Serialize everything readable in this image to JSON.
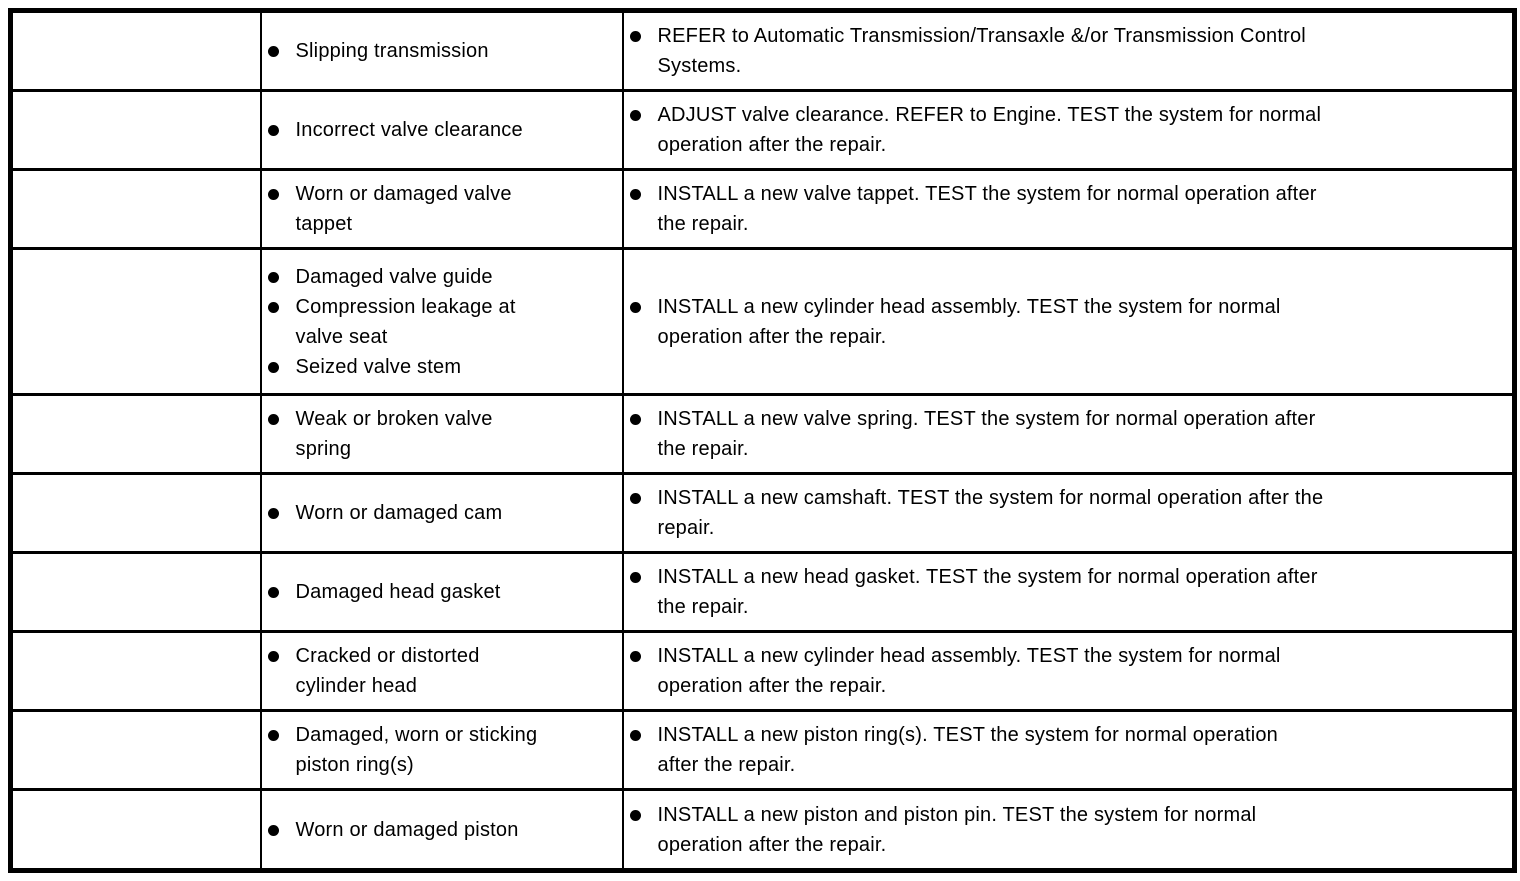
{
  "colors": {
    "border": "#000000",
    "text": "#000000",
    "background": "#ffffff"
  },
  "bullet_icon": "filled-circle",
  "table": {
    "rows": [
      {
        "condition": "",
        "causes": [
          "Slipping transmission"
        ],
        "actions": [
          "REFER to Automatic Transmission/Transaxle &/or Transmission Control\nSystems."
        ]
      },
      {
        "condition": "",
        "causes": [
          "Incorrect valve clearance"
        ],
        "actions": [
          "ADJUST valve clearance. REFER to Engine. TEST the system for normal\noperation after the repair."
        ]
      },
      {
        "condition": "",
        "causes": [
          "Worn or damaged valve\ntappet"
        ],
        "actions": [
          "INSTALL a new valve tappet. TEST the system for normal operation after\nthe repair."
        ]
      },
      {
        "condition": "",
        "causes": [
          "Damaged valve guide",
          "Compression leakage at\nvalve seat",
          "Seized valve stem"
        ],
        "actions": [
          "INSTALL a new cylinder head assembly. TEST the system for normal\noperation after the repair."
        ]
      },
      {
        "condition": "",
        "causes": [
          "Weak or broken valve\nspring"
        ],
        "actions": [
          "INSTALL a new valve spring. TEST the system for normal operation after\nthe repair."
        ]
      },
      {
        "condition": "",
        "causes": [
          "Worn or damaged cam"
        ],
        "actions": [
          "INSTALL a new camshaft. TEST the system for normal operation after the\nrepair."
        ]
      },
      {
        "condition": "",
        "causes": [
          "Damaged head gasket"
        ],
        "actions": [
          "INSTALL a new head gasket. TEST the system for normal operation after\nthe repair."
        ]
      },
      {
        "condition": "",
        "causes": [
          "Cracked or distorted\ncylinder head"
        ],
        "actions": [
          "INSTALL a new cylinder head assembly. TEST the system for normal\noperation after the repair."
        ]
      },
      {
        "condition": "",
        "causes": [
          "Damaged, worn or sticking\npiston ring(s)"
        ],
        "actions": [
          "INSTALL a new piston ring(s). TEST the system for normal operation\nafter the repair."
        ]
      },
      {
        "condition": "",
        "causes": [
          "Worn or damaged piston"
        ],
        "actions": [
          "INSTALL a new piston and piston pin. TEST the system for normal\noperation after the repair."
        ]
      }
    ]
  }
}
